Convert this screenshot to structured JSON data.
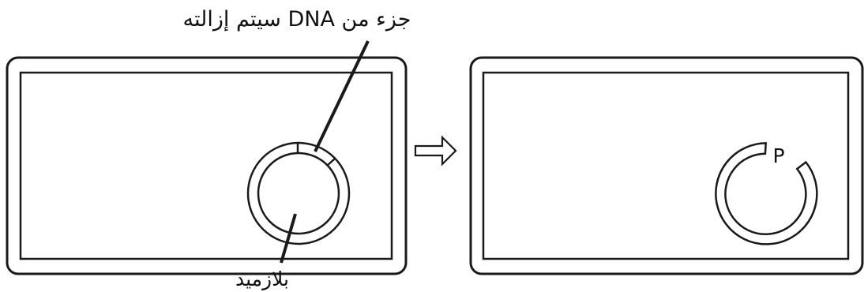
{
  "labels": {
    "dna_segment": "جزء من DNA سيتم إزالته",
    "plasmid": "بلازميد",
    "p_marker": "P"
  },
  "icons": {
    "arrow": "right-arrow-icon"
  },
  "colors": {
    "stroke": "#1a1a1a",
    "background": "#ffffff"
  }
}
